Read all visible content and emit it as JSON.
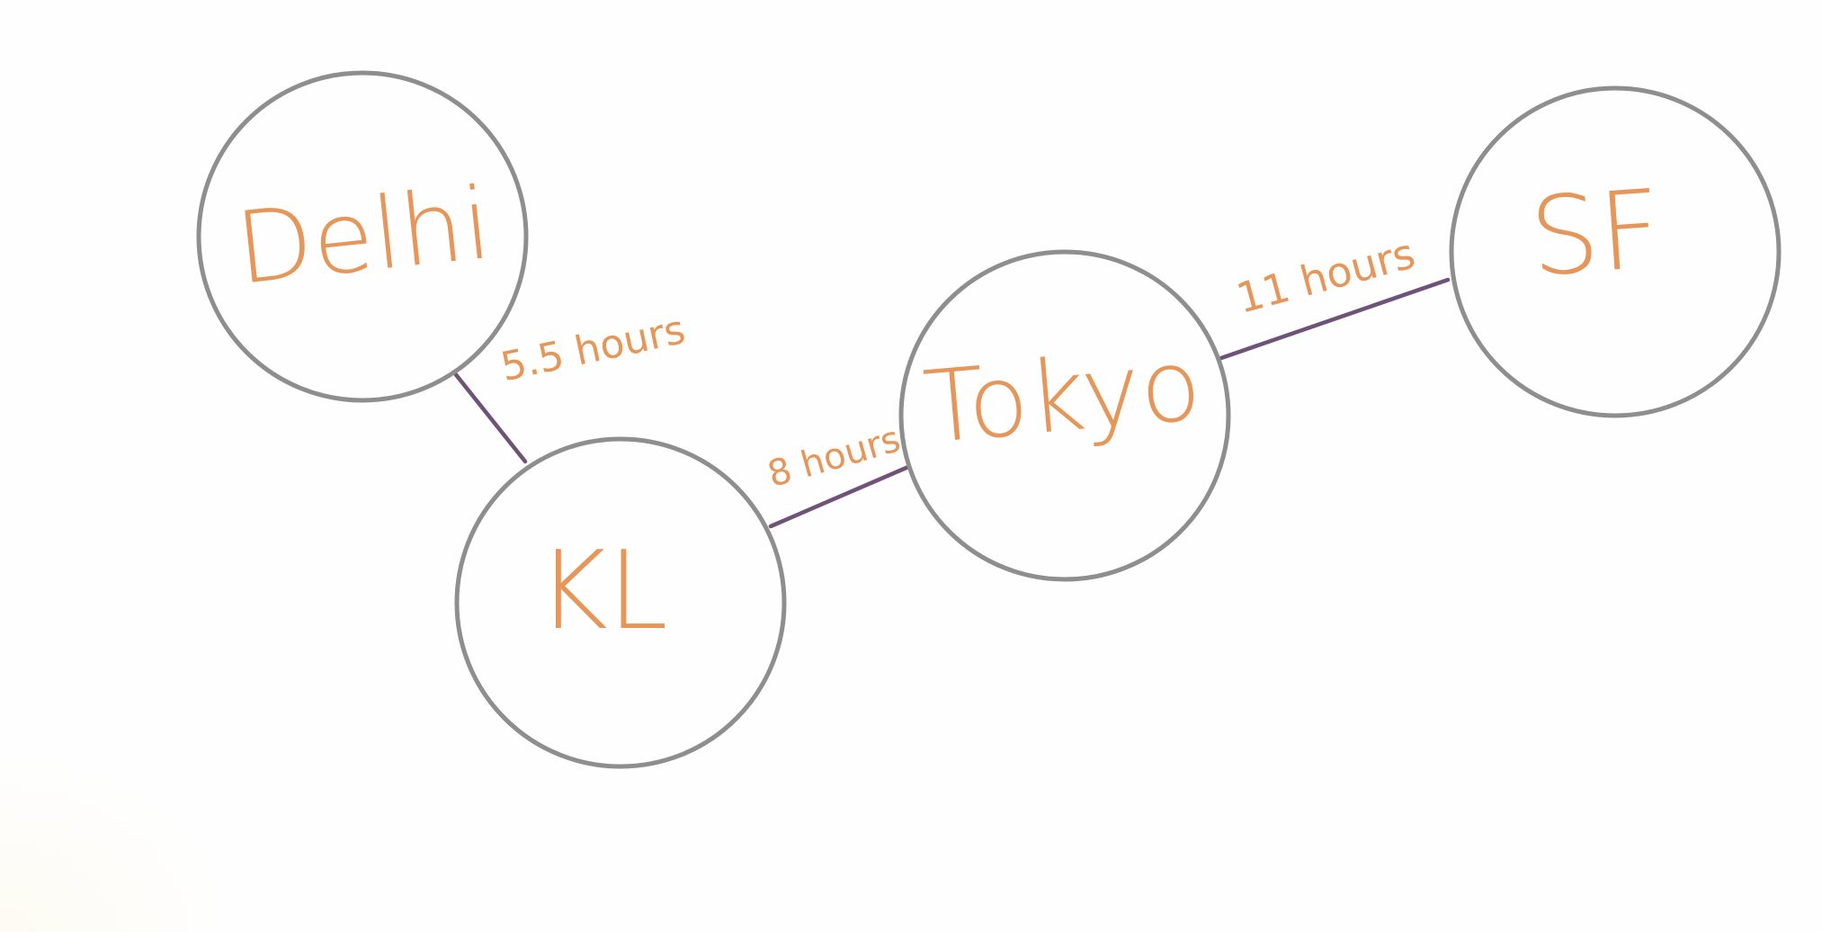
{
  "diagram": {
    "nodes": [
      {
        "id": "delhi",
        "label": "Delhi"
      },
      {
        "id": "kl",
        "label": "KL"
      },
      {
        "id": "tokyo",
        "label": "Tokyo"
      },
      {
        "id": "sf",
        "label": "SF"
      }
    ],
    "edges": [
      {
        "from": "delhi",
        "to": "kl",
        "label": "5.5 hours"
      },
      {
        "from": "kl",
        "to": "tokyo",
        "label": "8 hours"
      },
      {
        "from": "tokyo",
        "to": "sf",
        "label": "11 hours"
      }
    ],
    "colors": {
      "node_outline": "#8e8e8e",
      "edge_line": "#6e5278",
      "label_text": "#e59658"
    }
  }
}
